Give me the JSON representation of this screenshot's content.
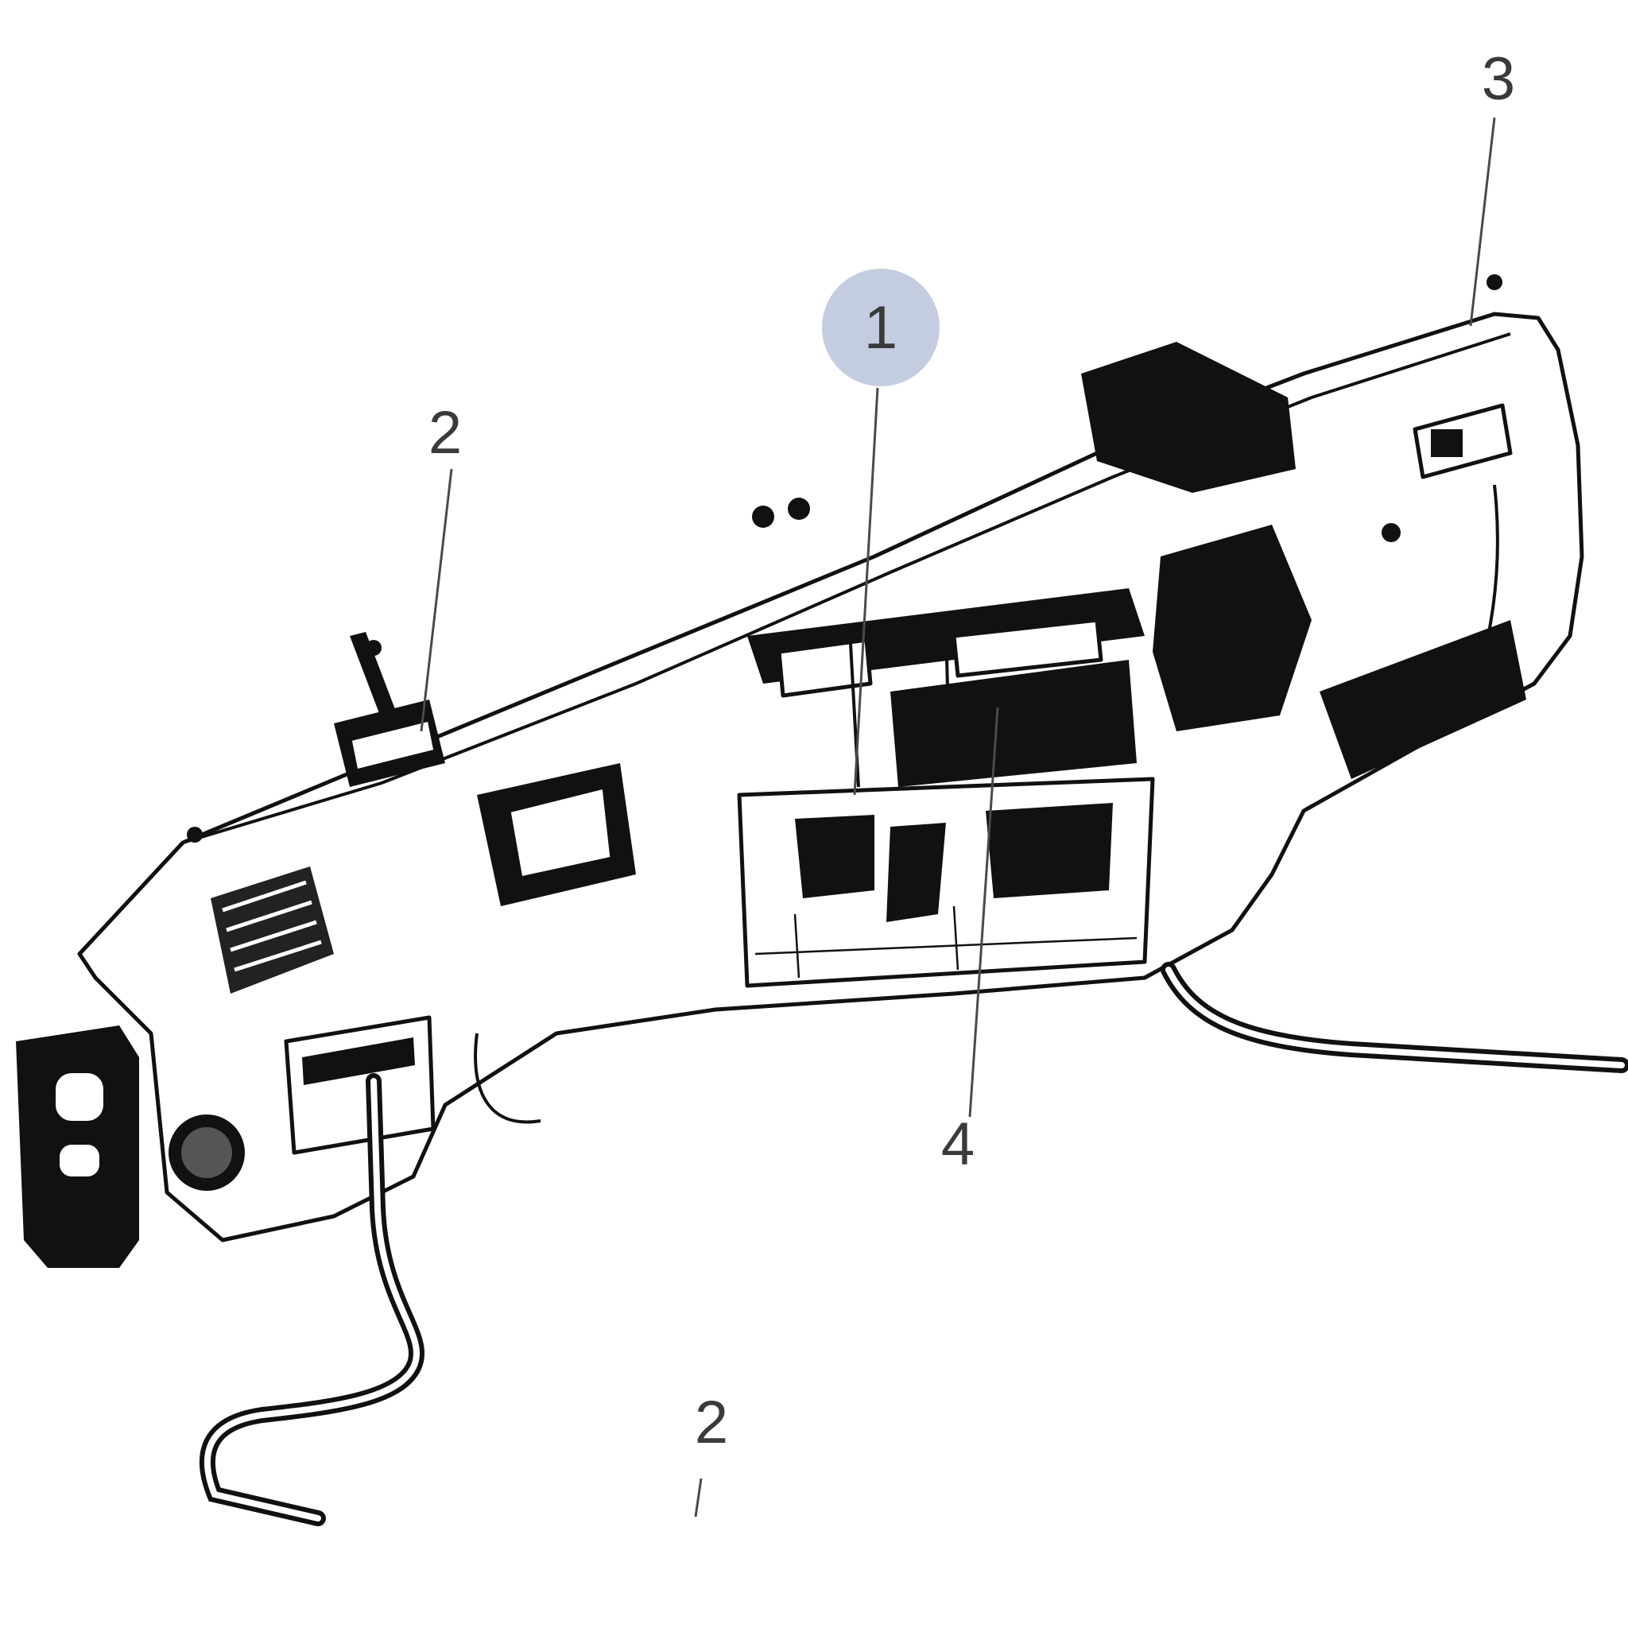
{
  "callouts": [
    {
      "id": "1",
      "label": "1",
      "highlighted": true
    },
    {
      "id": "2a",
      "label": "2"
    },
    {
      "id": "3",
      "label": "3"
    },
    {
      "id": "4",
      "label": "4"
    },
    {
      "id": "2b",
      "label": "2"
    }
  ],
  "colors": {
    "highlight_circle": "#c4cce0",
    "ink": "#111111",
    "label": "#3a3a3a",
    "background": "#ffffff"
  }
}
